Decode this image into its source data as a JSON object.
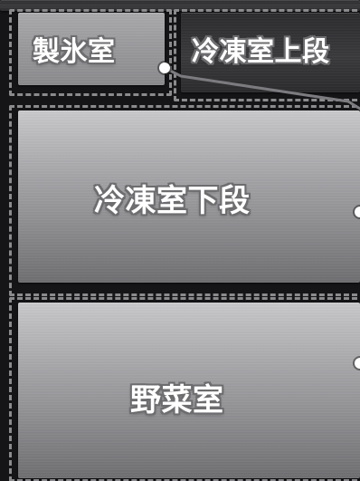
{
  "compartments": {
    "ice_maker": {
      "label": "製氷室"
    },
    "upper_freezer": {
      "label": "冷凍室上段"
    },
    "lower_freezer": {
      "label": "冷凍室下段"
    },
    "vegetable": {
      "label": "野菜室"
    }
  },
  "colors": {
    "dash": "#8b8b8e",
    "label_text": "#ffffff",
    "label_outline": "#6d6d70",
    "connector": "#7c7c80"
  }
}
